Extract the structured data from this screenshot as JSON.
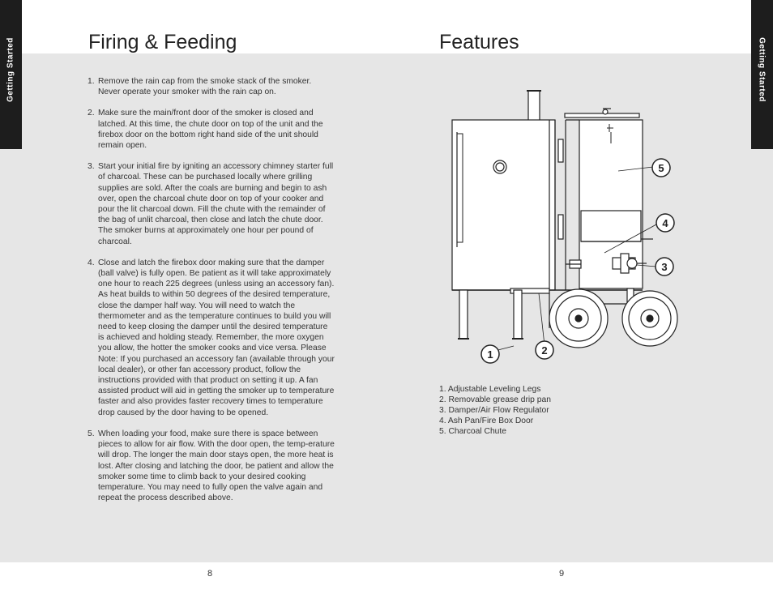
{
  "side_tab": {
    "left_label": "Getting Started",
    "right_label": "Getting Started"
  },
  "left_page": {
    "title": "Firing & Feeding",
    "steps": [
      {
        "num": "1.",
        "text": "Remove the rain cap from the smoke stack of the smoker. Never operate your smoker with the rain cap on."
      },
      {
        "num": "2.",
        "text": "Make sure the main/front door of the smoker is closed and latched. At this time, the chute door on top of the unit and the firebox door on the bottom right hand side of the unit should remain open."
      },
      {
        "num": "3.",
        "text": "Start your initial fire by igniting an accessory chimney starter full of charcoal. These can be purchased locally where grilling supplies are sold. After the coals are burning and begin to ash over, open the charcoal chute door on top of your cooker and pour the lit charcoal down. Fill the chute with the remainder of the bag of unlit charcoal, then close and latch the chute door. The smoker burns at approximately one hour per pound of charcoal."
      },
      {
        "num": "4.",
        "text": "Close and latch the firebox door making sure that the damper (ball valve) is fully open. Be patient as it will take approximately one hour to reach 225 degrees (unless using an accessory fan). As heat builds to within 50 degrees of the desired temperature, close the damper half way. You will need to watch the thermometer and as the temperature continues to build you will need to keep closing the damper until the desired temperature is achieved and holding steady. Remember, the more oxygen you allow, the hotter the smoker cooks and vice versa. Please Note: If you purchased an accessory fan (available through your local dealer), or other fan accessory product, follow the instructions provided with that product on setting it up. A fan assisted product will aid in getting the smoker up to temperature faster and also provides faster recovery times to temperature drop caused by the door having to be opened."
      },
      {
        "num": "5.",
        "text": "When loading your food, make sure there is space between pieces to allow for air flow. With the door open, the temp-erature will drop. The longer the main door stays open, the more heat is lost. After closing and latching the door, be patient and allow the smoker some time to climb back to your desired cooking temperature. You may need to fully open the valve again and repeat the process described above."
      }
    ],
    "page_number": "8"
  },
  "right_page": {
    "title": "Features",
    "callouts": [
      "1",
      "2",
      "3",
      "4",
      "5"
    ],
    "features": [
      "1. Adjustable Leveling Legs",
      "2. Removable grease drip pan",
      "3. Damper/Air Flow Regulator",
      "4. Ash Pan/Fire Box Door",
      "5. Charcoal Chute"
    ],
    "page_number": "9"
  }
}
